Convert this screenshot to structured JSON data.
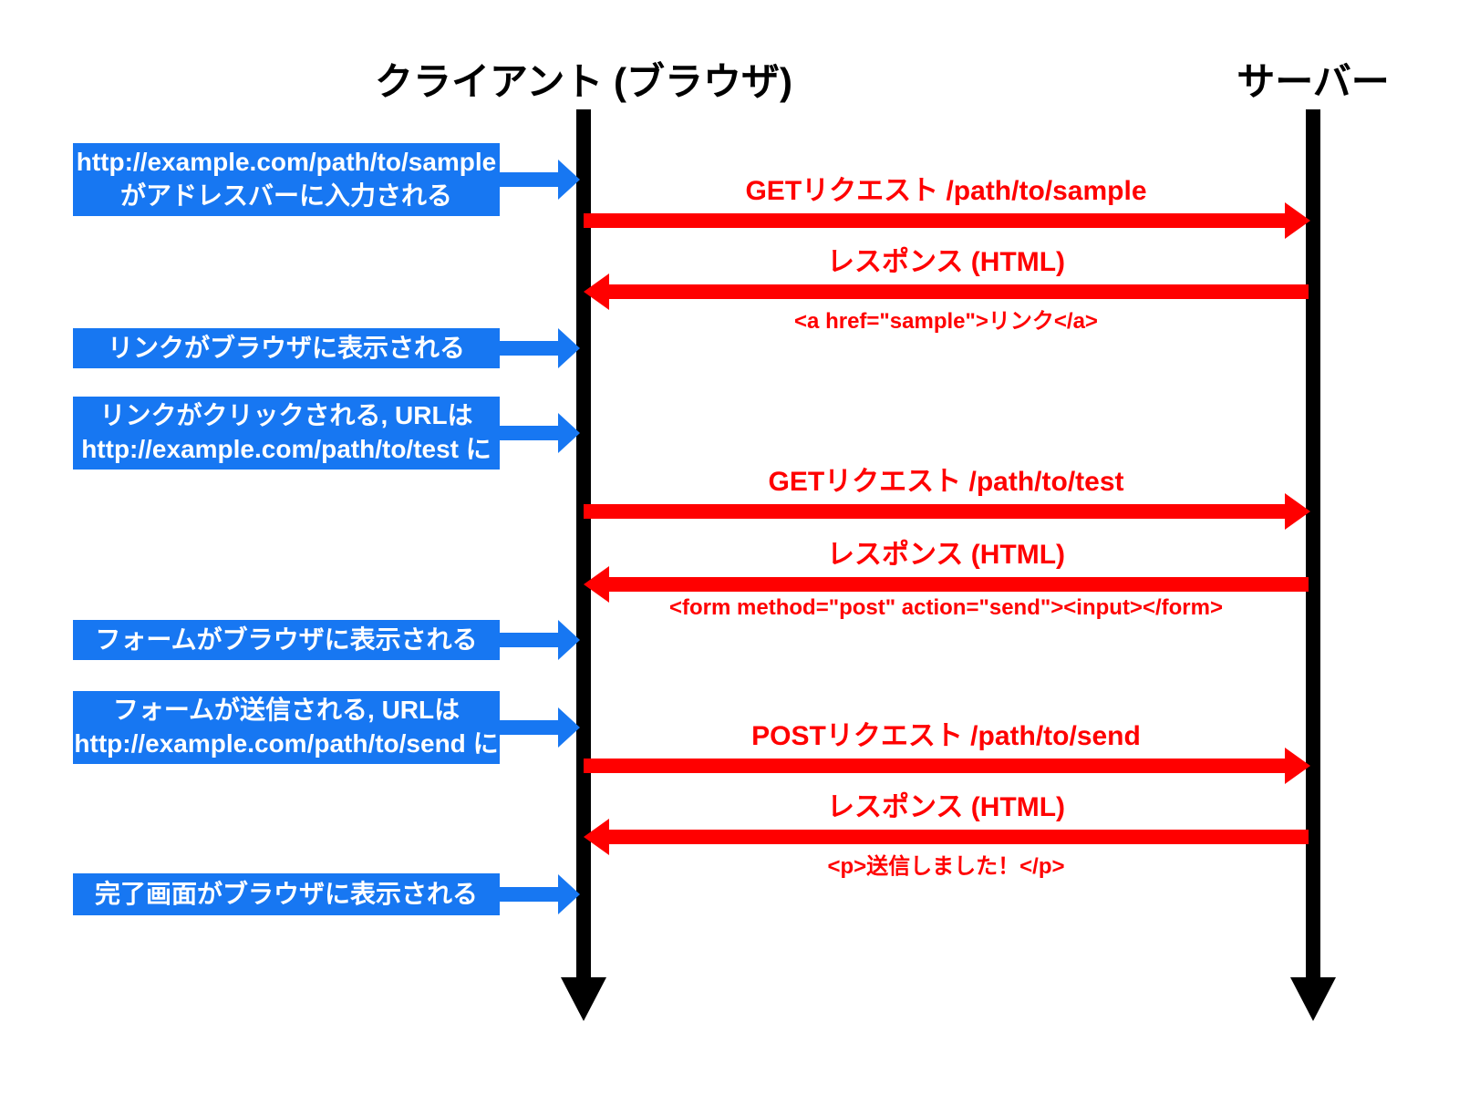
{
  "header": {
    "client": "クライアント (ブラウザ)",
    "server": "サーバー"
  },
  "client_events": [
    {
      "label": "http://example.com/path/to/sample\nがアドレスバーに入力される"
    },
    {
      "label": "リンクがブラウザに表示される"
    },
    {
      "label": "リンクがクリックされる, URLは\nhttp://example.com/path/to/test に"
    },
    {
      "label": "フォームがブラウザに表示される"
    },
    {
      "label": "フォームが送信される, URLは\nhttp://example.com/path/to/send に"
    },
    {
      "label": "完了画面がブラウザに表示される"
    }
  ],
  "messages": [
    {
      "direction": "right",
      "label": "GETリクエスト /path/to/sample",
      "sublabel": ""
    },
    {
      "direction": "left",
      "label": "レスポンス (HTML)",
      "sublabel": "<a href=\"sample\">リンク</a>"
    },
    {
      "direction": "right",
      "label": "GETリクエスト /path/to/test",
      "sublabel": ""
    },
    {
      "direction": "left",
      "label": "レスポンス (HTML)",
      "sublabel": "<form method=\"post\" action=\"send\"><input></form>"
    },
    {
      "direction": "right",
      "label": "POSTリクエスト /path/to/send",
      "sublabel": ""
    },
    {
      "direction": "left",
      "label": "レスポンス (HTML)",
      "sublabel": "<p>送信しました！</p>"
    }
  ],
  "colors": {
    "event_blue": "#1777f2",
    "message_red": "#ff0000",
    "lifeline_black": "#000000",
    "background": "#ffffff"
  }
}
